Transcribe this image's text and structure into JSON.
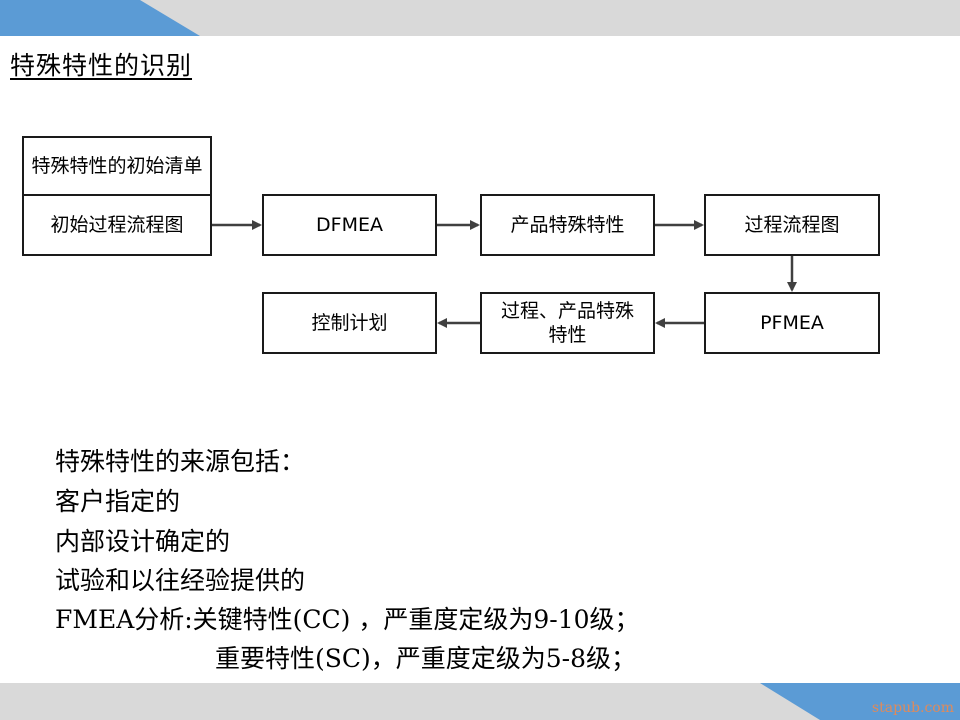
{
  "page_title": "特殊特性的识别",
  "flowchart": {
    "initial_list": "特殊特性的初始清单",
    "initial_process_flow": "初始过程流程图",
    "dfmea": "DFMEA",
    "product_special": "产品特殊特性",
    "process_flow": "过程流程图",
    "pfmea": "PFMEA",
    "process_product_special": "过程、产品特殊特性",
    "control_plan": "控制计划"
  },
  "sources": {
    "heading": "特殊特性的来源包括：",
    "items": [
      "客户指定的",
      "内部设计确定的",
      "试验和以往经验提供的",
      "FMEA分析:关键特性(CC) ，严重度定级为9-10级；",
      "重要特性(SC)，严重度定级为5-8级；"
    ]
  },
  "watermark": "stapub.com",
  "colors": {
    "accent": "#5b9bd5",
    "band": "#d9d9d9",
    "arrow": "#404040"
  }
}
